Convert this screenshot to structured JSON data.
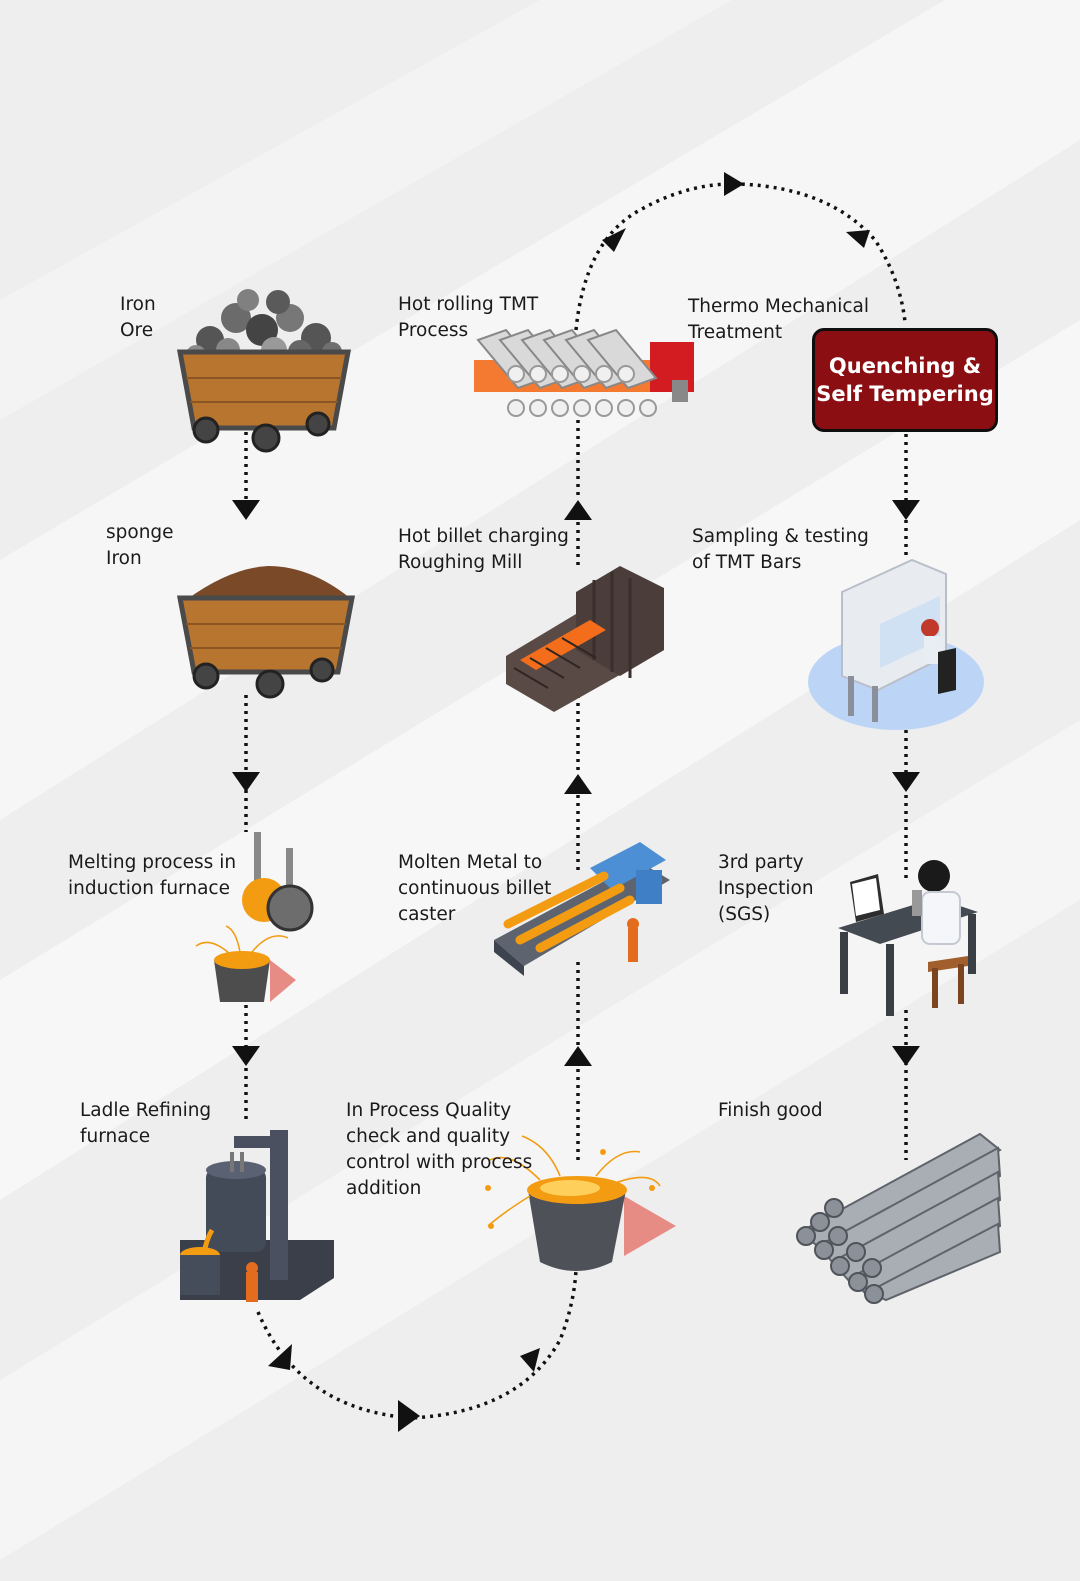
{
  "colors": {
    "accent": "#8b0f12",
    "arrow": "#111111",
    "molten": "#f39c12",
    "wood": "#b7752f"
  },
  "highlight_box": {
    "text": "Quenching &\nSelf Tempering"
  },
  "steps": [
    {
      "id": "iron-ore",
      "label": "Iron\nOre",
      "icon": "ore-mine-cart-icon"
    },
    {
      "id": "sponge-iron",
      "label": "sponge\nIron",
      "icon": "sponge-iron-cart-icon"
    },
    {
      "id": "melting",
      "label": "Melting process in\ninduction furnace",
      "icon": "induction-furnace-icon"
    },
    {
      "id": "ladle-refining",
      "label": "Ladle Refining\nfurnace",
      "icon": "ladle-refining-furnace-icon"
    },
    {
      "id": "quality-check",
      "label": "In Process Quality\ncheck and quality\ncontrol with process\naddition",
      "icon": "molten-crucible-icon"
    },
    {
      "id": "billet-caster",
      "label": "Molten Metal to\ncontinuous billet\ncaster",
      "icon": "billet-caster-icon"
    },
    {
      "id": "roughing-mill",
      "label": "Hot billet charging\nRoughing Mill",
      "icon": "roughing-mill-icon"
    },
    {
      "id": "hot-rolling",
      "label": "Hot rolling TMT\nProcess",
      "icon": "rolling-mill-icon"
    },
    {
      "id": "thermo-mechanical",
      "label": "Thermo Mechanical\nTreatment",
      "icon": ""
    },
    {
      "id": "sampling",
      "label": "Sampling & testing\nof TMT Bars",
      "icon": "lab-testing-icon"
    },
    {
      "id": "inspection",
      "label": "3rd party\nInspection\n(SGS)",
      "icon": "microscope-inspection-icon"
    },
    {
      "id": "finish-good",
      "label": "Finish good",
      "icon": "tmt-bars-stack-icon"
    }
  ]
}
